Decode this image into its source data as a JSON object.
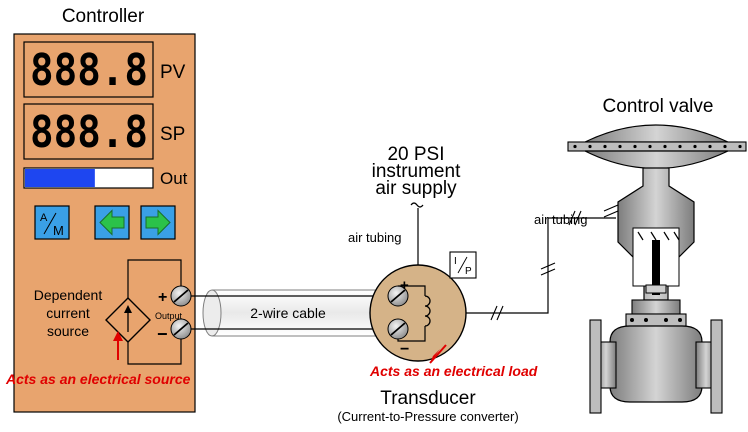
{
  "controller": {
    "title": "Controller",
    "pv_label": "PV",
    "sp_label": "SP",
    "out_label": "Out",
    "pv_display": "888.8",
    "sp_display": "888.8",
    "output_fraction": 0.55,
    "am_button": {
      "top": "A",
      "bottom": "M"
    },
    "source_label": [
      "Dependent",
      "current",
      "source"
    ],
    "plus": "+",
    "minus": "−",
    "output_label": "Output",
    "source_note": "Acts as an electrical source"
  },
  "cable": {
    "label": "2-wire cable"
  },
  "air_supply": {
    "lines": [
      "20 PSI",
      "instrument",
      "air supply"
    ]
  },
  "tubing": {
    "left": "air tubing",
    "right": "air tubing"
  },
  "transducer": {
    "badge_top": "I",
    "badge_bottom": "P",
    "title": "Transducer",
    "subtitle": "(Current-to-Pressure converter)",
    "load_note": "Acts as an electrical load"
  },
  "valve": {
    "title": "Control valve"
  },
  "colors": {
    "panel": "#e8a46e",
    "bar": "#1e46f0",
    "button": "#3aa0e6",
    "arrow": "#2bc24a",
    "transducer": "#d5b388",
    "valve": "#9a9a9a",
    "note": "#e00000"
  }
}
